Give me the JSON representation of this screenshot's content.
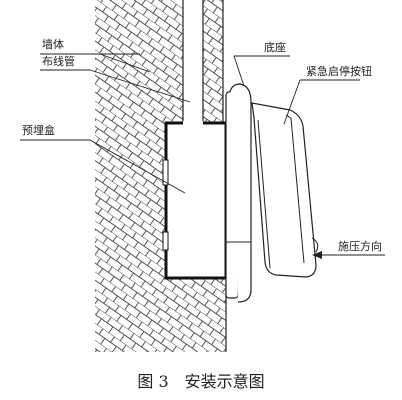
{
  "labels": {
    "wall": "墙体",
    "conduit": "布线管",
    "embedded_box": "预埋盒",
    "base": "底座",
    "button": "紧急启停按钮",
    "press_direction": "施压方向"
  },
  "caption": "图 3　安装示意图",
  "colors": {
    "line": "#222222",
    "hatch": "#555555",
    "background": "#ffffff"
  }
}
